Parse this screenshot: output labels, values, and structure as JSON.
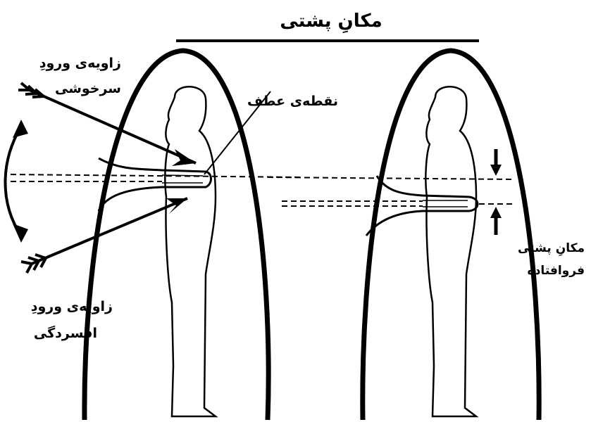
{
  "title": "مكانِ پشتى",
  "labels": {
    "upper_angle_line1": "زاويەى ورودِ",
    "upper_angle_line2": "سرخوشى",
    "bend_point": "نقطەى عطف",
    "lower_angle_line1": "زاويەى ورودِ",
    "lower_angle_line2": "افسردگى",
    "right_label_line1": "مكانِ پشتى",
    "right_label_line2": "فروافتاده"
  },
  "colors": {
    "ink": "#000000",
    "background": "#ffffff"
  },
  "icons": [
    "arrow-icon",
    "double-arrow-icon",
    "human-silhouette-icon"
  ]
}
